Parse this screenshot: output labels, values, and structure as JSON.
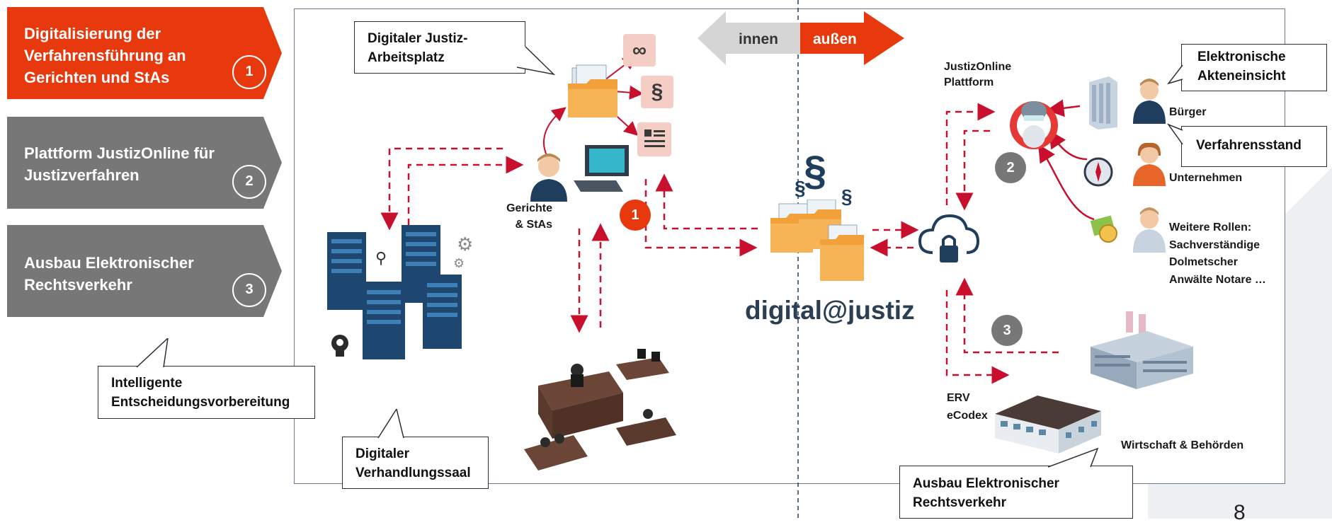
{
  "colors": {
    "accent_red": "#e8380d",
    "gray_tab": "#777777",
    "dark_navy": "#1f3d5c",
    "dashed_red": "#c8102e",
    "frame": "#6b7b8c"
  },
  "tabs": [
    {
      "label": "Digitalisierung der Verfahrensführung an Gerichten und StAs",
      "num": "1",
      "color": "#e8380d"
    },
    {
      "label": "Plattform JustizOnline für Justizverfahren",
      "num": "2",
      "color": "#777777"
    },
    {
      "label": "Ausbau Elektronischer Rechtsverkehr",
      "num": "3",
      "color": "#777777"
    }
  ],
  "arrows": {
    "innen": "innen",
    "aussen": "außen"
  },
  "callouts": {
    "arbeitsplatz": "Digitaler Justiz-Arbeitsplatz",
    "entscheidung": "Intelligente Entscheidungsvorbereitung",
    "verhandlungssaal": "Digitaler Verhandlungssaal",
    "akteneinsicht": "Elektronische Akteneinsicht",
    "verfahrensstand": "Verfahrensstand",
    "rechtsverkehr": "Ausbau Elektronischer Rechtsverkehr"
  },
  "labels": {
    "gerichte": "Gerichte & StAs",
    "plattform": "JustizOnline Plattform",
    "buerger": "Bürger",
    "unternehmen": "Unternehmen",
    "rollen": "Weitere Rollen: Sachverständige Dolmetscher Anwälte Notare …",
    "erv": "ERV eCodex",
    "wirtschaft": "Wirtschaft & Behörden",
    "brand": "digital@justiz"
  },
  "icons": {
    "link": "link-icon",
    "paragraph": "paragraph-icon",
    "document": "document-icon",
    "folder": "folder-icon",
    "user": "user-icon",
    "computer": "computer-icon",
    "server": "server-icon",
    "search": "search-icon",
    "gear": "gear-icon",
    "brain": "brain-icon",
    "cloud_lock": "cloud-lock-icon",
    "robot": "robot-icon",
    "compass": "compass-icon",
    "money": "money-icon",
    "building": "building-icon",
    "courtroom": "courtroom-icon"
  },
  "badges": {
    "one": "1",
    "two": "2",
    "three": "3"
  },
  "page_number": "8"
}
